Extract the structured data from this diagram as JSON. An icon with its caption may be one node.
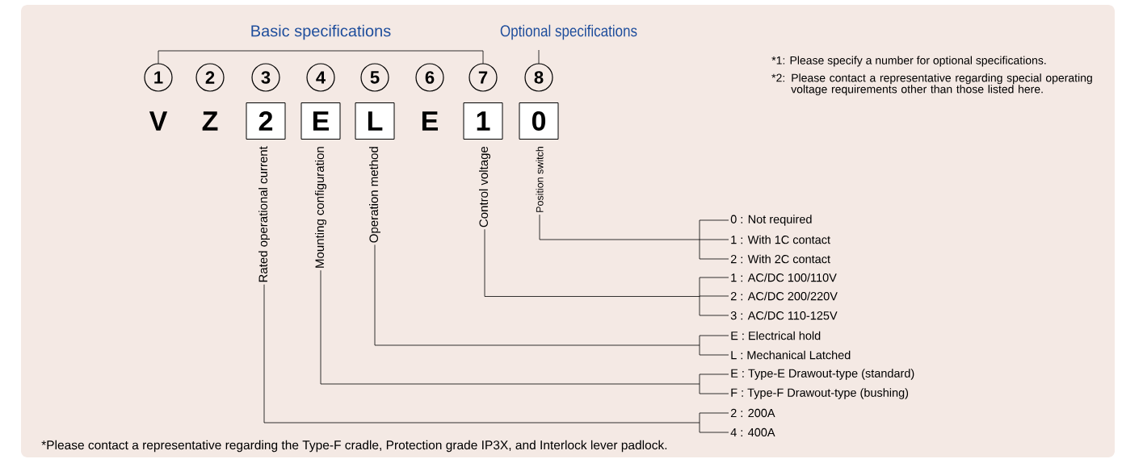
{
  "diagram": {
    "nodes": [
      {
        "text": [
          "1"
        ]
      },
      {
        "text": [
          "2"
        ]
      },
      {
        "text": [
          "3"
        ]
      },
      {
        "text": [
          "4"
        ]
      },
      {
        "text": [
          "5"
        ]
      },
      {
        "text": [
          "6"
        ]
      },
      {
        "text": [
          "7"
        ]
      },
      {
        "text": [
          "8"
        ]
      },
      {
        "text": [
          "2"
        ]
      },
      {
        "text": [
          "E"
        ]
      },
      {
        "text": [
          "L"
        ]
      },
      {
        "text": [
          "1"
        ]
      },
      {
        "text": [
          "0"
        ]
      },
      {
        "text": [
          "Rated operational current"
        ]
      },
      {
        "text": [
          "Mounting configuration"
        ]
      },
      {
        "text": [
          "Operation method"
        ]
      },
      {
        "text": [
          "Control voltage"
        ]
      },
      {
        "text": [
          "Position switch"
        ]
      },
      {
        "text": [
          "0 : Not required"
        ]
      },
      {
        "text": [
          "1 : With 1C contact"
        ]
      },
      {
        "text": [
          "2 : With 2C contact"
        ]
      },
      {
        "text": [
          "1 : AC/DC 100/110V"
        ]
      },
      {
        "text": [
          "2 : AC/DC 200/220V"
        ]
      },
      {
        "text": [
          "3 : AC/DC 110-125V"
        ]
      },
      {
        "text": [
          "E : Electrical hold"
        ]
      },
      {
        "text": [
          "L : Mechanical Latched"
        ]
      },
      {
        "text": [
          "E : Type-E Drawout-type (standard)"
        ]
      },
      {
        "text": [
          "F : Type-F Drawout-type (bushing)"
        ]
      },
      {
        "text": [
          "2 : 200A"
        ]
      },
      {
        "text": [
          "4 : 400A"
        ]
      }
    ],
    "edges": [
      {
        "from": 17,
        "to": 18,
        "arrow": "none"
      },
      {
        "from": 17,
        "to": 19,
        "arrow": "none"
      },
      {
        "from": 17,
        "to": 20,
        "arrow": "none"
      },
      {
        "from": 16,
        "to": 21,
        "arrow": "none"
      },
      {
        "from": 16,
        "to": 22,
        "arrow": "none"
      },
      {
        "from": 16,
        "to": 23,
        "arrow": "none"
      },
      {
        "from": 15,
        "to": 24,
        "arrow": "none"
      },
      {
        "from": 15,
        "to": 25,
        "arrow": "none"
      },
      {
        "from": 14,
        "to": 26,
        "arrow": "none"
      },
      {
        "from": 14,
        "to": 27,
        "arrow": "none"
      },
      {
        "from": 13,
        "to": 28,
        "arrow": "none"
      },
      {
        "from": 13,
        "to": 29,
        "arrow": "none"
      }
    ],
    "labels": [
      "Basic specifications",
      "Optional specifications",
      "*1: Please specify a number for optional specifications.",
      "*2: Please contact a representative regarding special operating voltage requirements other than those listed here.",
      "V",
      "Z",
      "E",
      "*Please contact a representative regarding the Type-F cradle, Protection grade IP3X, and Interlock lever padlock."
    ]
  }
}
